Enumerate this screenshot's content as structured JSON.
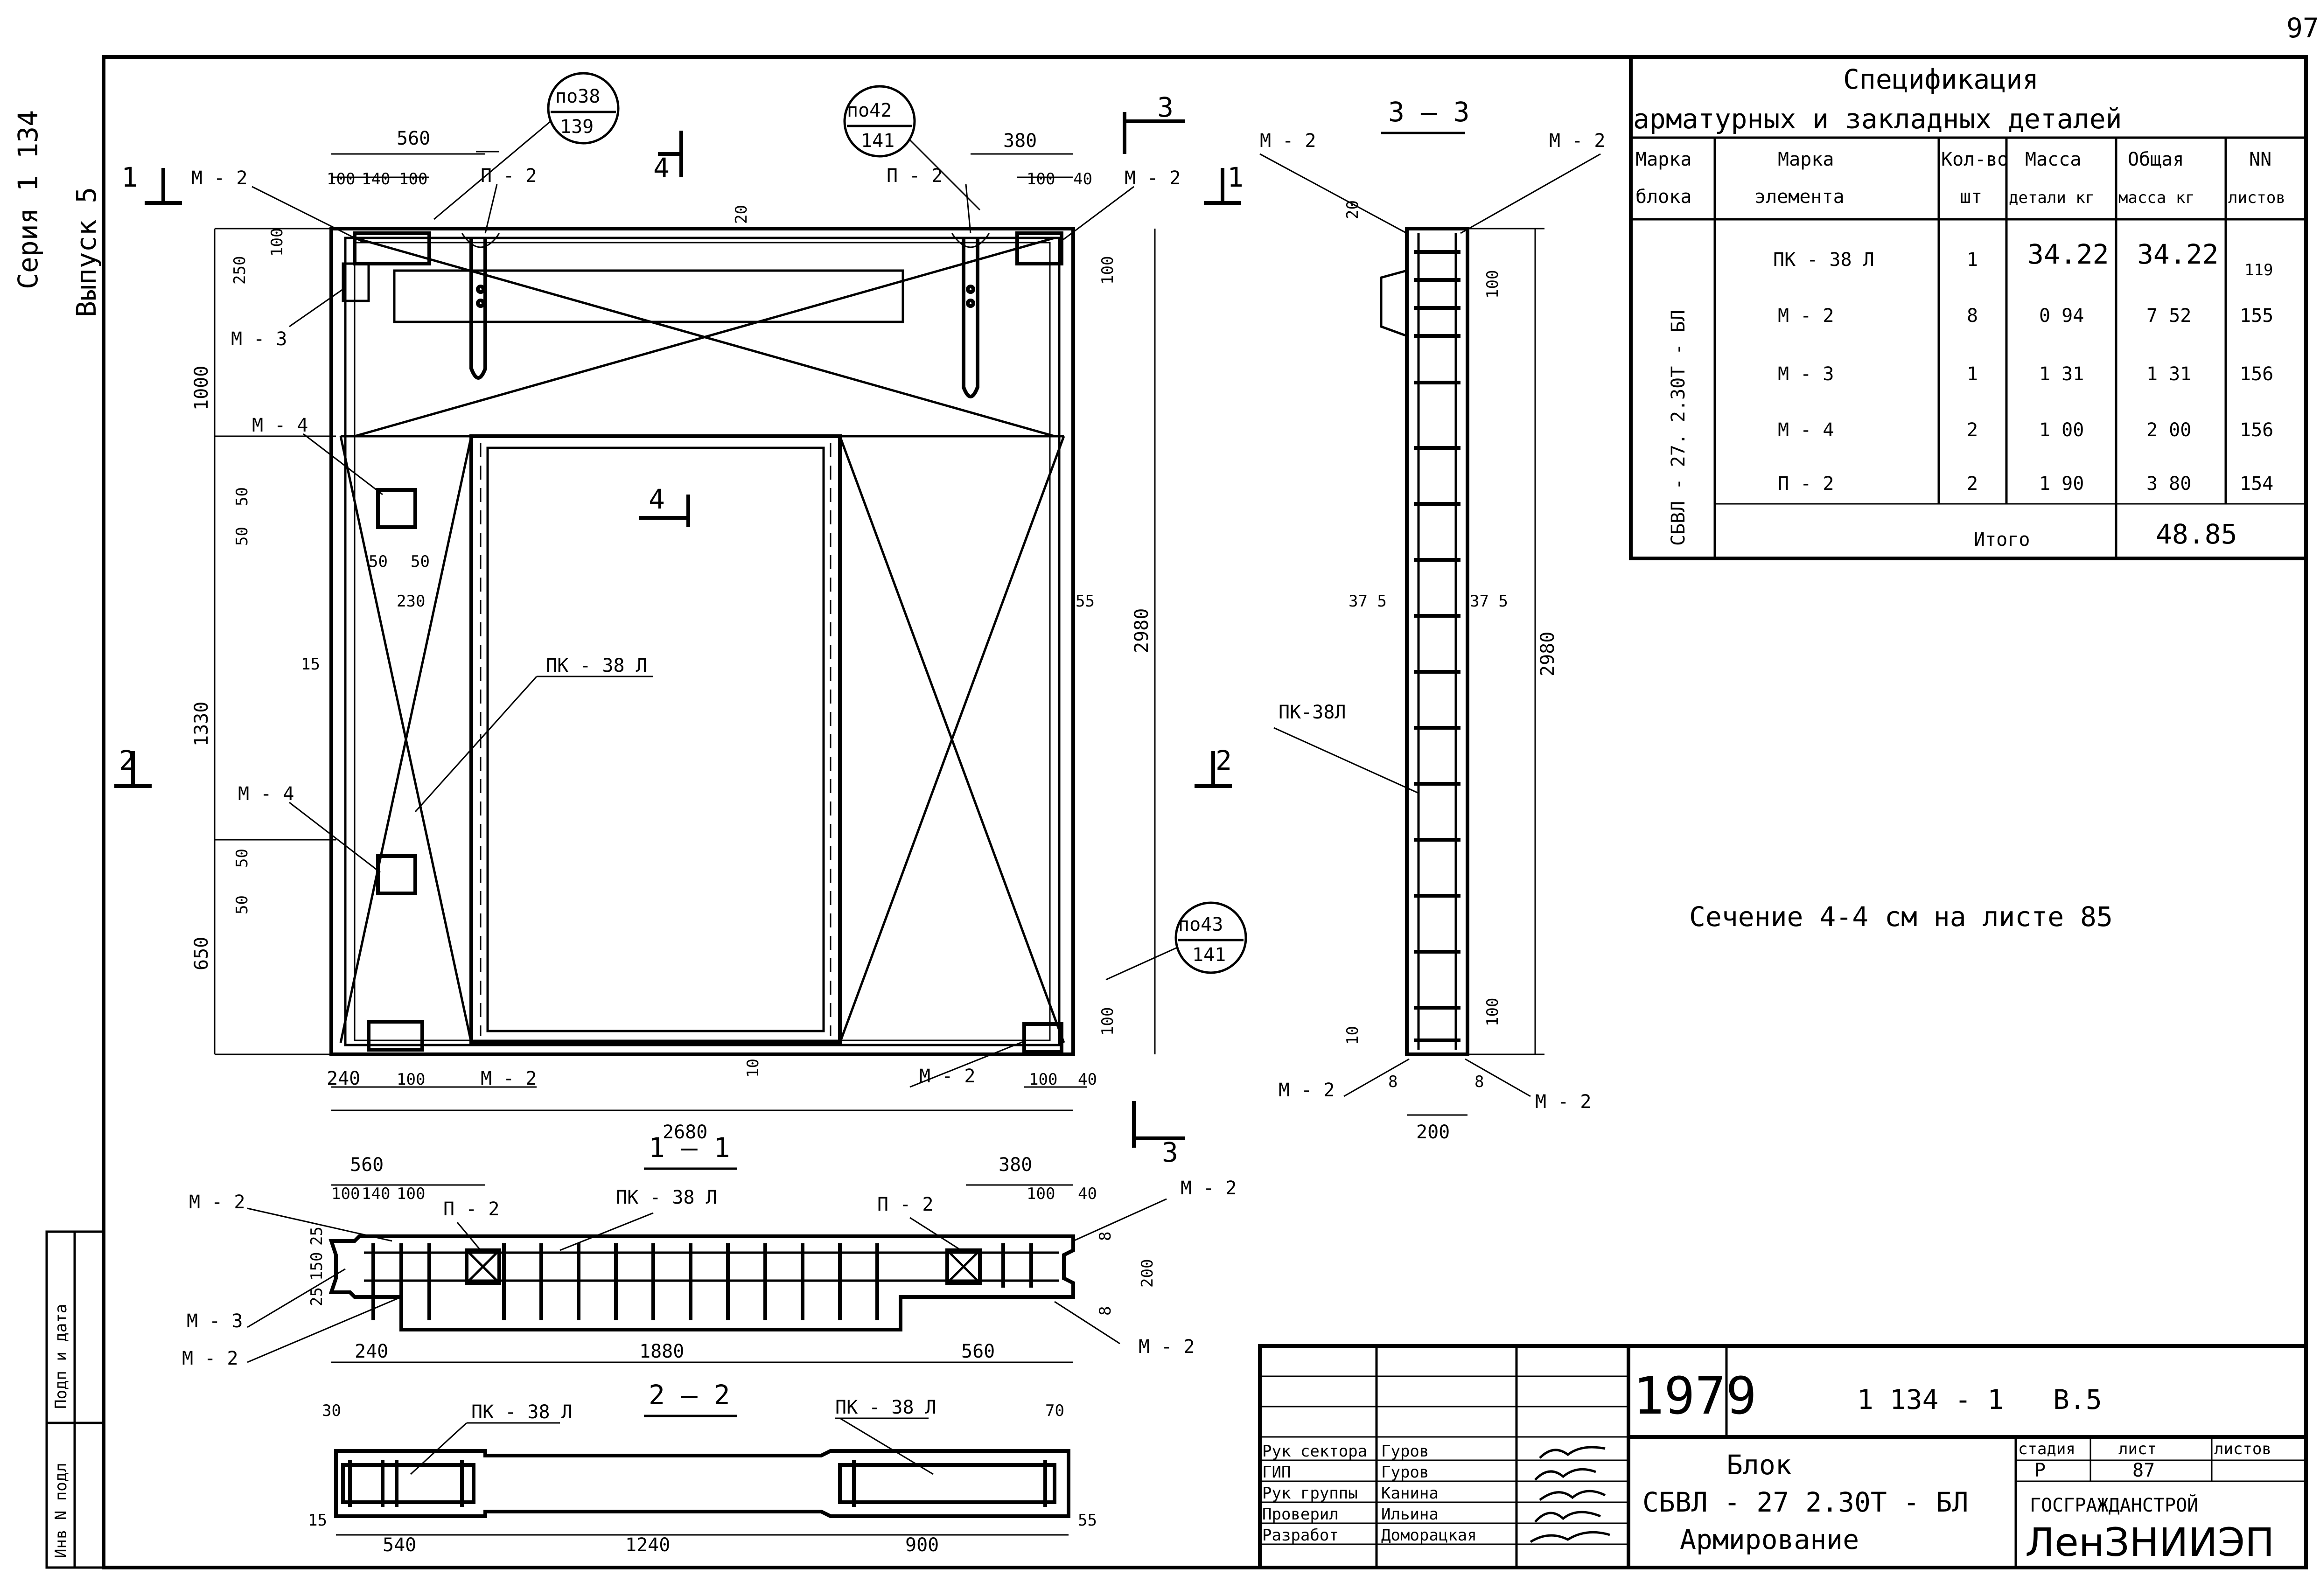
{
  "page_number": "97",
  "side_left": {
    "series": "Серия 1 134",
    "issue": "Выпуск 5"
  },
  "spec": {
    "title_line1": "Спецификация",
    "title_line2": "арматурных и закладных деталей",
    "headers": {
      "block_mark": [
        "Марка",
        "блока"
      ],
      "element_mark": [
        "Марка",
        "элемента"
      ],
      "qty": [
        "Кол-во",
        "шт"
      ],
      "mass": [
        "Масса",
        "детали кг"
      ],
      "total_mass": [
        "Общая",
        "масса кг"
      ],
      "sheets": [
        "NN",
        "листов"
      ]
    },
    "block_name": "СБВЛ - 27. 2.30Т - БЛ",
    "rows": [
      {
        "element": "ПК - 38 Л",
        "qty": "1",
        "mass": "34.22",
        "total": "34.22",
        "sheet": "119"
      },
      {
        "element": "М - 2",
        "qty": "8",
        "mass": "0 94",
        "total": "7 52",
        "sheet": "155"
      },
      {
        "element": "М - 3",
        "qty": "1",
        "mass": "1 31",
        "total": "1 31",
        "sheet": "156"
      },
      {
        "element": "М - 4",
        "qty": "2",
        "mass": "1 00",
        "total": "2 00",
        "sheet": "156"
      },
      {
        "element": "П - 2",
        "qty": "2",
        "mass": "1 90",
        "total": "3 80",
        "sheet": "154"
      }
    ],
    "total_label": "Итого",
    "total_value": "48.85"
  },
  "note": "Сечение 4-4 см на листе 85",
  "callouts": {
    "c1": {
      "top": "по38",
      "bottom": "139"
    },
    "c2": {
      "top": "по42",
      "bottom": "141"
    },
    "c3": {
      "top": "по43",
      "bottom": "141"
    }
  },
  "labels": {
    "m2": "М - 2",
    "m3": "М - 3",
    "m4": "М - 4",
    "p2": "П - 2",
    "pk38l": "ПК - 38 Л",
    "pk38l_b": "ПК-38Л",
    "cut1": "1",
    "cut2": "2",
    "cut3": "3",
    "cut4": "4",
    "section_33": "3 — 3",
    "section_11": "1 — 1",
    "section_22": "2 — 2"
  },
  "dims": {
    "d560": "560",
    "d380": "380",
    "d100": "100",
    "d140": "140",
    "d40": "40",
    "d20": "20",
    "d250": "250",
    "d1000": "1000",
    "d50": "50",
    "d230": "230",
    "d15": "15",
    "d1330": "1330",
    "d650": "650",
    "d55": "55",
    "d2980": "2980",
    "d10": "10",
    "d240": "240",
    "d2680": "2680",
    "d375": "37 5",
    "d8": "8",
    "d200": "200",
    "d150": "150",
    "d25": "25",
    "d1880": "1880",
    "d30": "30",
    "d70": "70",
    "d540": "540",
    "d1240": "1240",
    "d900": "900"
  },
  "titleblock": {
    "year": "1979",
    "code": "1 134 - 1",
    "issue": "В.5",
    "title1": "Блок",
    "title2": "СБВЛ - 27 2.30Т - БЛ",
    "title3": "Армирование",
    "stage_h": "стадия",
    "sheet_h": "лист",
    "sheets_h": "листов",
    "stage": "Р",
    "sheet": "87",
    "org1": "ГОСГРАЖДАНСТРОЙ",
    "org2": "ЛенЗНИИЭП",
    "roles": [
      {
        "role": "Рук сектора",
        "name": "Гуров"
      },
      {
        "role": "ГИП",
        "name": "Гуров"
      },
      {
        "role": "Рук группы",
        "name": "Канина"
      },
      {
        "role": "Проверил",
        "name": "Ильина"
      },
      {
        "role": "Разработ",
        "name": "Доморацкая"
      }
    ]
  },
  "stamp": {
    "inv": "Инв N подл",
    "sign": "Подп и дата"
  }
}
